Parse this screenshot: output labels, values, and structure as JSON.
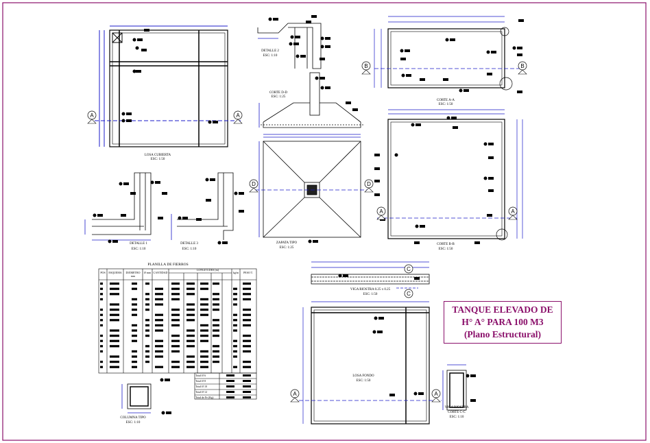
{
  "title": {
    "line1": "TANQUE ELEVADO DE",
    "line2": "H° A° PARA 100 M3",
    "line3": "(Plano Estructural)"
  },
  "labels": {
    "losa_cubierta": "LOSA CUBIERTA",
    "losa_cubierta_esc": "ESC: 1:50",
    "detalle2": "DETALLE 2",
    "detalle2_esc": "ESC: 1:10",
    "corte_dd": "CORTE D-D",
    "corte_dd_esc": "ESC: 1:25",
    "corte_aa": "CORTE A-A",
    "corte_aa_esc": "ESC: 1:50",
    "detalle1": "DETALLE 1",
    "detalle1_esc": "ESC: 1:10",
    "detalle3": "DETALLE 3",
    "detalle3_esc": "ESC: 1:10",
    "zapata_tipo": "ZAPATA TIPO",
    "zapata_tipo_esc": "ESC: 1:25",
    "corte_bb": "CORTE B-B",
    "corte_bb_esc": "ESC: 1:50",
    "planilla": "PLANILLA DE FIERROS",
    "viga_riostra": "VIGA RIOSTRA 0.25 x 0.25",
    "viga_riostra_esc": "ESC: 1:50",
    "losa_fondo": "LOSA FONDO",
    "losa_fondo_esc": "ESC: 1:50",
    "columna_tipo": "COLUMNA TIPO",
    "columna_tipo_esc": "ESC: 1:10",
    "viga_riostra_cc1": "VIGA RIOSTRA",
    "viga_riostra_cc2": "CORTE C-C",
    "viga_riostra_cc_esc": "ESC: 1:10"
  },
  "table": {
    "headers": [
      "POS",
      "ESQUEMA",
      "DIÁMETRO mm",
      "Ø mm",
      "CANTIDAD",
      "LONGITUDES (m)",
      "kg/m",
      "PESO T."
    ],
    "totals": [
      "Total Ø 6",
      "Total Ø 8",
      "Total Ø 10",
      "Total Ø 12",
      "Total de Fe (Kg)"
    ]
  },
  "markers": {
    "A": "A",
    "B": "B",
    "C": "C",
    "D": "D"
  },
  "colors": {
    "border": "#8a0f6a",
    "line": "#1818c8",
    "accent": "#8a0f6a"
  }
}
